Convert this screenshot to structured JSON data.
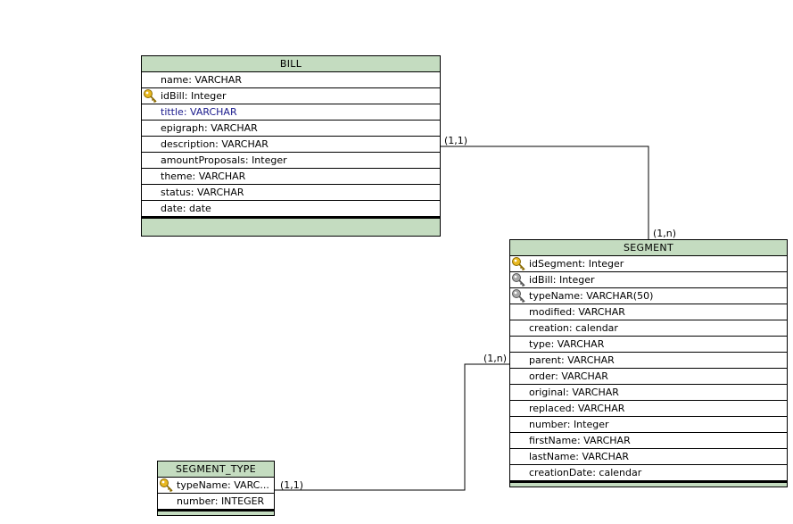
{
  "entities": {
    "bill": {
      "title": "BILL",
      "fields": [
        {
          "label": "name: VARCHAR",
          "key": "none"
        },
        {
          "label": "idBill: Integer",
          "key": "primary-key"
        },
        {
          "label": "tittle: VARCHAR",
          "key": "none",
          "highlight": true
        },
        {
          "label": "epigraph: VARCHAR",
          "key": "none"
        },
        {
          "label": "description: VARCHAR",
          "key": "none"
        },
        {
          "label": "amountProposals: Integer",
          "key": "none"
        },
        {
          "label": "theme: VARCHAR",
          "key": "none"
        },
        {
          "label": "status: VARCHAR",
          "key": "none"
        },
        {
          "label": "date: date",
          "key": "none"
        }
      ]
    },
    "segment": {
      "title": "SEGMENT",
      "fields": [
        {
          "label": "idSegment: Integer",
          "key": "primary-key"
        },
        {
          "label": "idBill: Integer",
          "key": "foreign-key"
        },
        {
          "label": "typeName: VARCHAR(50)",
          "key": "foreign-key"
        },
        {
          "label": "modified: VARCHAR",
          "key": "none"
        },
        {
          "label": "creation: calendar",
          "key": "none"
        },
        {
          "label": "type: VARCHAR",
          "key": "none"
        },
        {
          "label": "parent: VARCHAR",
          "key": "none"
        },
        {
          "label": "order: VARCHAR",
          "key": "none"
        },
        {
          "label": "original: VARCHAR",
          "key": "none"
        },
        {
          "label": "replaced: VARCHAR",
          "key": "none"
        },
        {
          "label": "number: Integer",
          "key": "none"
        },
        {
          "label": "firstName: VARCHAR",
          "key": "none"
        },
        {
          "label": "lastName: VARCHAR",
          "key": "none"
        },
        {
          "label": "creationDate: calendar",
          "key": "none"
        }
      ]
    },
    "segment_type": {
      "title": "SEGMENT_TYPE",
      "fields": [
        {
          "label": "typeName: VARC...",
          "key": "primary-key"
        },
        {
          "label": "number: INTEGER",
          "key": "none"
        }
      ]
    }
  },
  "relationships": {
    "bill_segment": {
      "from_cardinality": "(1,1)",
      "to_cardinality": "(1,n)"
    },
    "segment_type_segment": {
      "from_cardinality": "(1,1)",
      "to_cardinality": "(1,n)"
    }
  },
  "colors": {
    "header_fill": "#c4dcc0",
    "highlight_text": "#1a1a8c",
    "primary_key_icon": "#e8b820",
    "foreign_key_icon": "#a8a8a8"
  }
}
